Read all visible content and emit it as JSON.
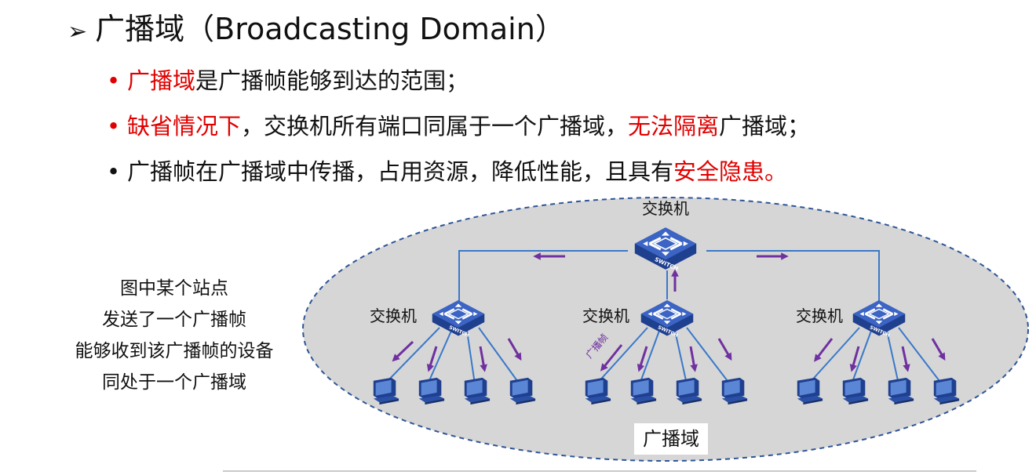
{
  "heading": {
    "marker": "➢",
    "text": "广播域（Broadcasting Domain）"
  },
  "bullets": [
    {
      "marker": "•",
      "segments": [
        {
          "text": "广播域",
          "red": true
        },
        {
          "text": "是广播帧能够到达的范围；",
          "red": false
        }
      ]
    },
    {
      "marker": "•",
      "segments": [
        {
          "text": "缺省情况下",
          "red": true
        },
        {
          "text": "，交换机所有端口同属于一个广播域，",
          "red": false
        },
        {
          "text": "无法隔离",
          "red": true
        },
        {
          "text": "广播域；",
          "red": false
        }
      ]
    },
    {
      "marker": "•",
      "segments": [
        {
          "text": "广播帧在广播域中传播，占用资源，降低性能，且具有",
          "red": false
        },
        {
          "text": "安全隐患。",
          "red": true
        }
      ]
    }
  ],
  "caption": [
    "图中某个站点",
    "发送了一个广播帧",
    "能够收到该广播帧的设备",
    "同处于一个广播域"
  ],
  "diagram": {
    "switch_label": "交换机",
    "switch_badge": "SWITCH",
    "frame_label": "广播帧",
    "domain_label": "广播域",
    "colors": {
      "ellipse_fill": "#d6d6d6",
      "ellipse_stroke": "#2f5597",
      "link": "#3a78c9",
      "arrow": "#7030a0",
      "switch": "#2a4fa6"
    }
  }
}
